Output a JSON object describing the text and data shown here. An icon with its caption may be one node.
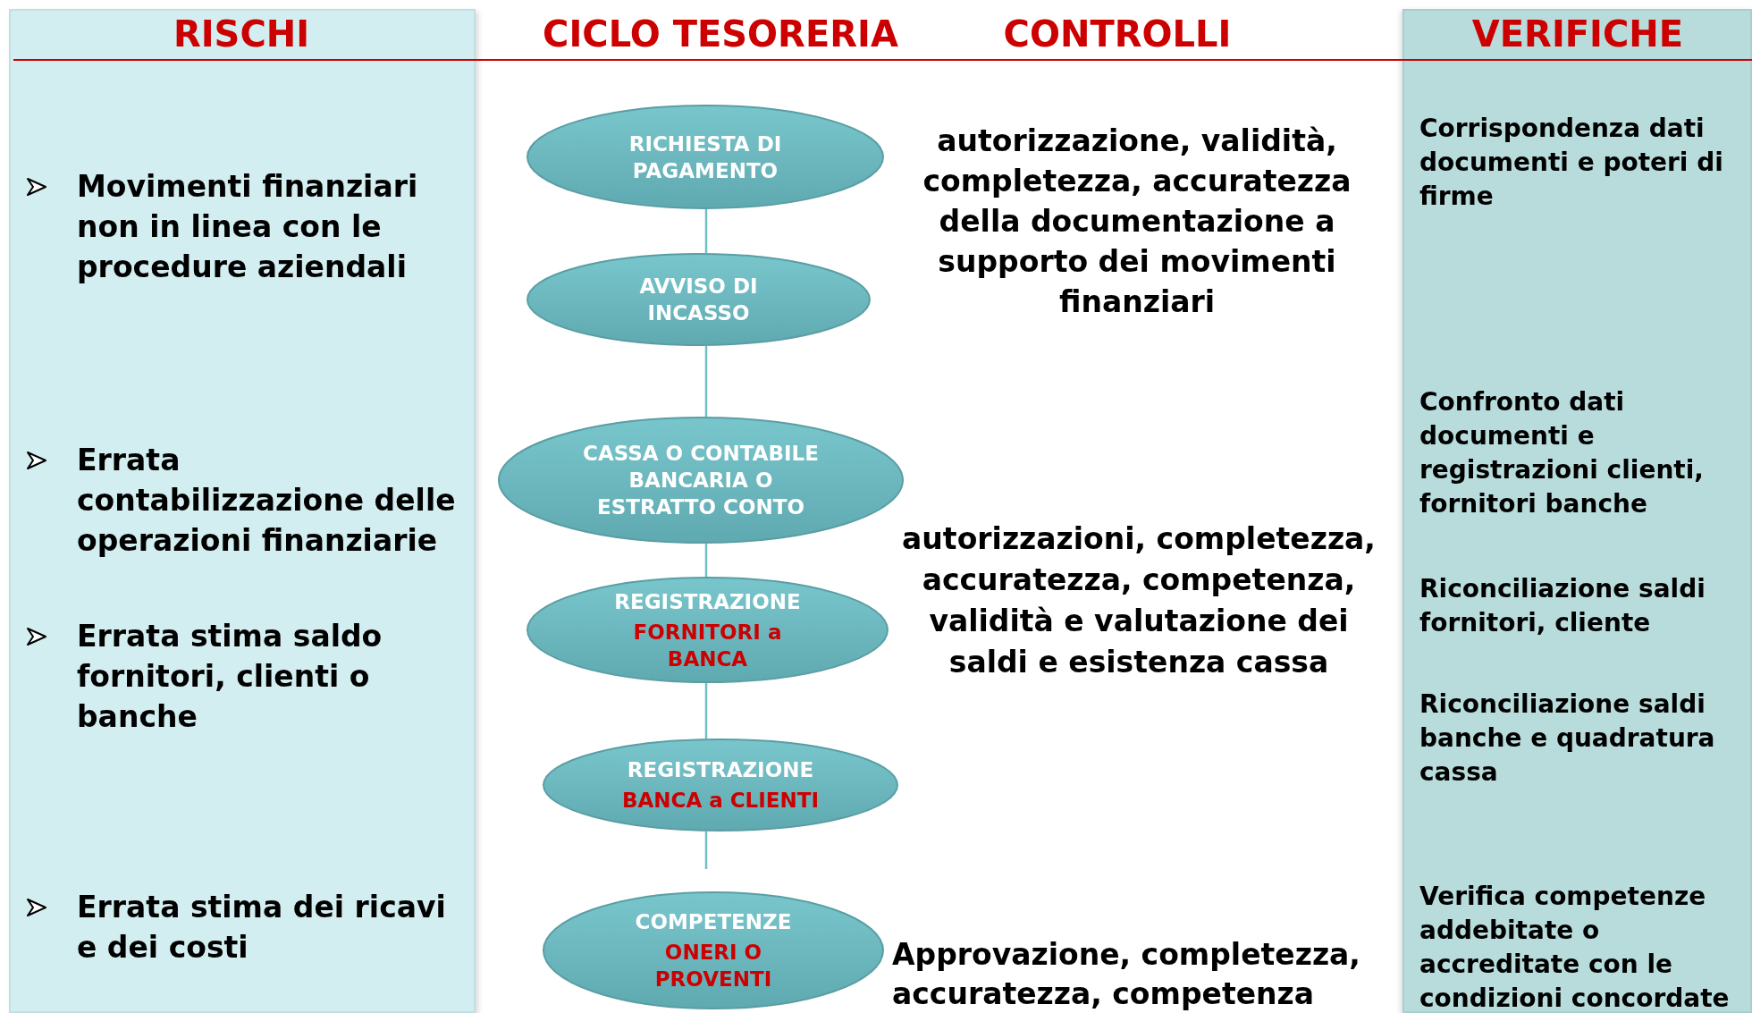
{
  "diagram": {
    "nodes": [
      {
        "text": [
          "RICHIESTA DI PAGAMENTO"
        ]
      },
      {
        "text": [
          "AVVISO DI INCASSO"
        ]
      },
      {
        "text": [
          "CASSA O CONTABILE BANCARIA O ESTRATTO CONTO"
        ]
      },
      {
        "text": [
          "REGISTRAZIONE",
          "FORNITORI a BANCA"
        ]
      },
      {
        "text": [
          "REGISTRAZIONE",
          "BANCA a CLIENTI"
        ]
      },
      {
        "text": [
          "COMPETENZE",
          "ONERI O PROVENTI"
        ]
      }
    ],
    "edges": [
      {
        "from": 0,
        "to": 1,
        "arrow": "none"
      },
      {
        "from": 1,
        "to": 2,
        "arrow": "none"
      },
      {
        "from": 2,
        "to": 3,
        "arrow": "none"
      },
      {
        "from": 3,
        "to": 4,
        "arrow": "none"
      },
      {
        "from": 4,
        "to": null,
        "arrow": "none"
      }
    ],
    "labels": [
      "RISCHI",
      "CICLO TESORERIA",
      "CONTROLLI",
      "VERIFICHE",
      "Movimenti finanziari non in linea con le procedure aziendali",
      "Errata contabilizzazione delle operazioni finanziarie",
      "Errata stima saldo fornitori, clienti o banche",
      "Errata stima dei ricavi e dei costi",
      "autorizzazione, validità, completezza, accuratezza della documentazione a supporto dei movimenti finanziari",
      "autorizzazioni, completezza, accuratezza,  competenza, validità e valutazione dei saldi e esistenza cassa",
      "Approvazione, completezza, accuratezza, competenza",
      "Corrispondenza dati documenti e poteri di firme",
      "Confronto dati documenti e registrazioni clienti, fornitori banche",
      "Riconciliazione saldi fornitori, cliente",
      "Riconciliazione saldi banche e quadratura cassa",
      "Verifica competenze addebitate o accreditate con le condizioni concordate"
    ]
  }
}
